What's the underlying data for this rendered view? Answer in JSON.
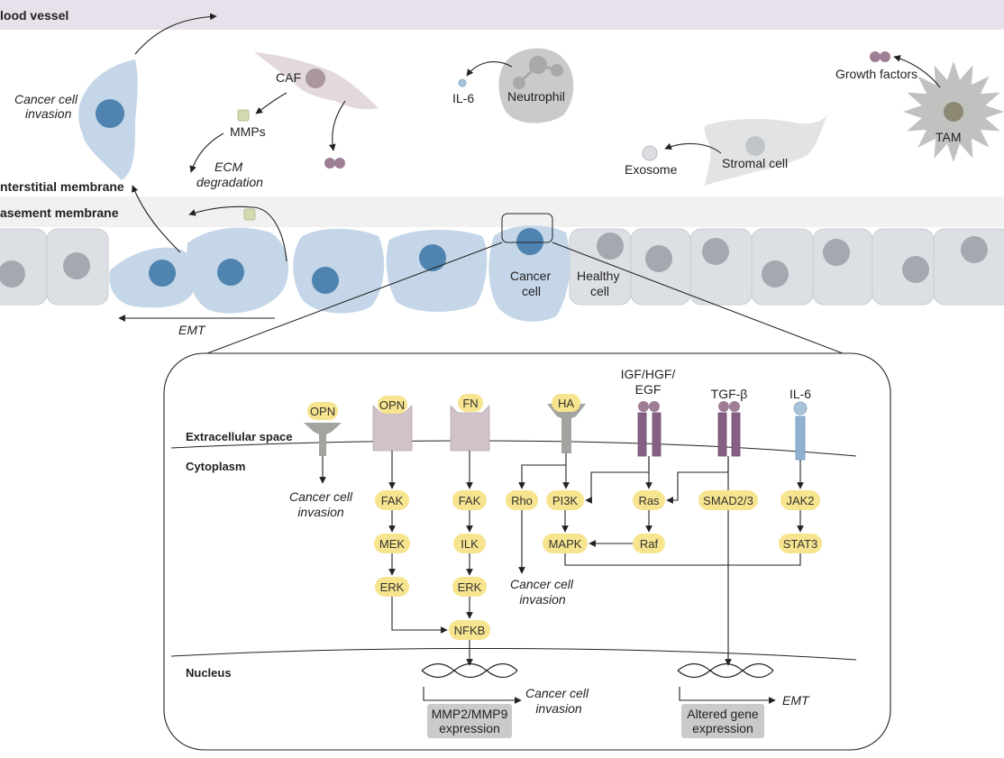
{
  "colors": {
    "cancer_cell": "#c4d6e8",
    "cancer_nucleus": "#4f84b0",
    "healthy_cell": "#dcdfe3",
    "healthy_nucleus": "#a4a9b0",
    "signal_pill": "#f6e48e",
    "blood_vessel_band": "#e6e1ea",
    "receptor_purple": "#866084",
    "receptor_blue": "#8fb1d2",
    "receptor_grey": "#a3a3a0",
    "receptor_mauve": "#d1c2c8",
    "expression_box": "#c9cac9"
  },
  "top": {
    "blood_vessel": "lood vessel",
    "interstitial_membrane": "nterstitial membrane",
    "basement_membrane": "asement membrane",
    "cancer_cell_invasion": [
      "Cancer cell",
      "invasion"
    ],
    "caf": "CAF",
    "mmps": "MMPs",
    "ecm_degradation": [
      "ECM",
      "degradation"
    ],
    "il6": "IL-6",
    "neutrophil": "Neutrophil",
    "stromal_cell": "Stromal cell",
    "exosome": "Exosome",
    "growth_factors": "Growth factors",
    "tam": "TAM",
    "cancer_cell_label": [
      "Cancer",
      "cell"
    ],
    "healthy_cell_label": [
      "Healthy",
      "cell"
    ],
    "emt": "EMT"
  },
  "panel": {
    "extracellular_space": "Extracellular space",
    "cytoplasm": "Cytoplasm",
    "nucleus": "Nucleus",
    "receptors": {
      "opn1": "OPN",
      "opn2": "OPN",
      "fn": "FN",
      "ha": "HA",
      "igf": [
        "IGF/HGF/",
        "EGF"
      ],
      "tgf": "TGF-β",
      "il6": "IL-6"
    },
    "nodes": {
      "fak1": "FAK",
      "mek": "MEK",
      "erk1": "ERK",
      "fak2": "FAK",
      "ilk": "ILK",
      "erk2": "ERK",
      "nfkb": "NFKB",
      "rho": "Rho",
      "pi3k": "PI3K",
      "mapk": "MAPK",
      "ras": "Ras",
      "raf": "Raf",
      "smad": "SMAD2/3",
      "jak2": "JAK2",
      "stat3": "STAT3"
    },
    "outcomes": {
      "invasion_opn": [
        "Cancer cell",
        "invasion"
      ],
      "invasion_rho": [
        "Cancer cell",
        "invasion"
      ],
      "invasion_mmp": [
        "Cancer cell",
        "invasion"
      ],
      "emt": "EMT"
    },
    "expression": {
      "mmp": [
        "MMP2/MMP9",
        "expression"
      ],
      "altered": [
        "Altered gene",
        "expression"
      ]
    }
  }
}
